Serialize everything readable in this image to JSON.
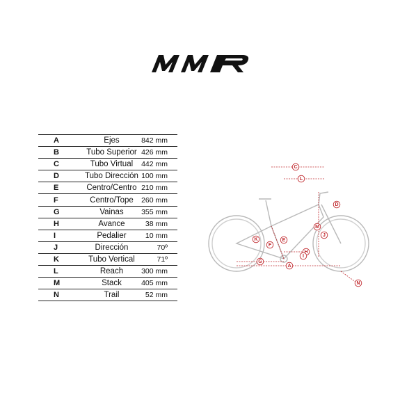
{
  "brand": {
    "name": "MMR",
    "logo_color": "#111111"
  },
  "accent_color": "#c0282d",
  "geometry": [
    {
      "letter": "A",
      "name": "Ejes",
      "value": "842 mm"
    },
    {
      "letter": "B",
      "name": "Tubo Superior",
      "value": "426 mm"
    },
    {
      "letter": "C",
      "name": "Tubo Virtual",
      "value": "442 mm"
    },
    {
      "letter": "D",
      "name": "Tubo Dirección",
      "value": "100 mm"
    },
    {
      "letter": "E",
      "name": "Centro/Centro",
      "value": "210 mm"
    },
    {
      "letter": "F",
      "name": "Centro/Tope",
      "value": "260 mm"
    },
    {
      "letter": "G",
      "name": "Vainas",
      "value": "355 mm"
    },
    {
      "letter": "H",
      "name": "Avance",
      "value": "38 mm"
    },
    {
      "letter": "I",
      "name": "Pedalier",
      "value": "10 mm"
    },
    {
      "letter": "J",
      "name": "Dirección",
      "value": "70º"
    },
    {
      "letter": "K",
      "name": "Tubo Vertical",
      "value": "71º"
    },
    {
      "letter": "L",
      "name": "Reach",
      "value": "300 mm"
    },
    {
      "letter": "M",
      "name": "Stack",
      "value": "405 mm"
    },
    {
      "letter": "N",
      "name": "Trail",
      "value": "52 mm"
    }
  ],
  "diagram_markers": [
    "C",
    "L",
    "D",
    "M",
    "K",
    "F",
    "E",
    "J",
    "H",
    "G",
    "A",
    "I",
    "N"
  ]
}
